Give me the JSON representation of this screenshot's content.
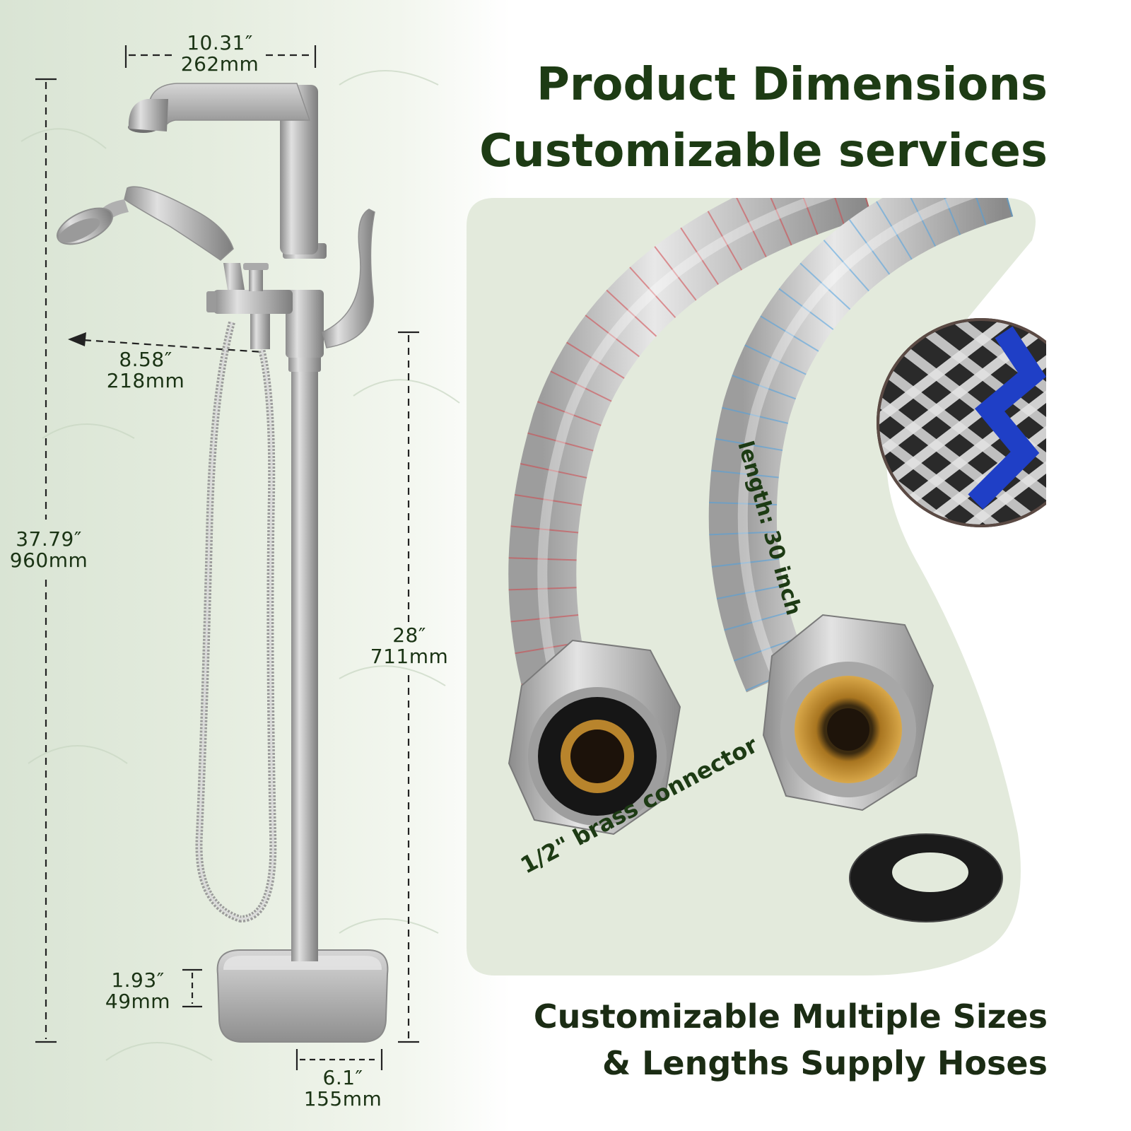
{
  "header": {
    "line1": "Product Dimensions",
    "line2": "Customizable services"
  },
  "dimensions": {
    "spout_reach": {
      "inch": "10.31″",
      "mm": "262mm"
    },
    "handheld_width": {
      "inch": "8.58″",
      "mm": "218mm"
    },
    "total_height": {
      "inch": "37.79″",
      "mm": "960mm"
    },
    "spout_height": {
      "inch": "28″",
      "mm": "711mm"
    },
    "base_height": {
      "inch": "1.93″",
      "mm": "49mm"
    },
    "base_width": {
      "inch": "6.1″",
      "mm": "155mm"
    }
  },
  "hose": {
    "length_label": "length:  30 inch",
    "connector_label": "1/2\" brass connector"
  },
  "footer": {
    "line1": "Customizable Multiple Sizes",
    "line2": "& Lengths Supply Hoses"
  },
  "icons": {
    "faucet": "freestanding-tub-faucet-illustration",
    "hoses": "braided-supply-hoses-illustration",
    "braid": "braided-mesh-closeup",
    "washer": "rubber-washer"
  },
  "colors": {
    "heading": "#1d3b14",
    "panel_bg": "#e3eadc",
    "hot_stripe": "#d2464a",
    "cold_stripe": "#4da0e0",
    "brass": "#c48a2a"
  }
}
